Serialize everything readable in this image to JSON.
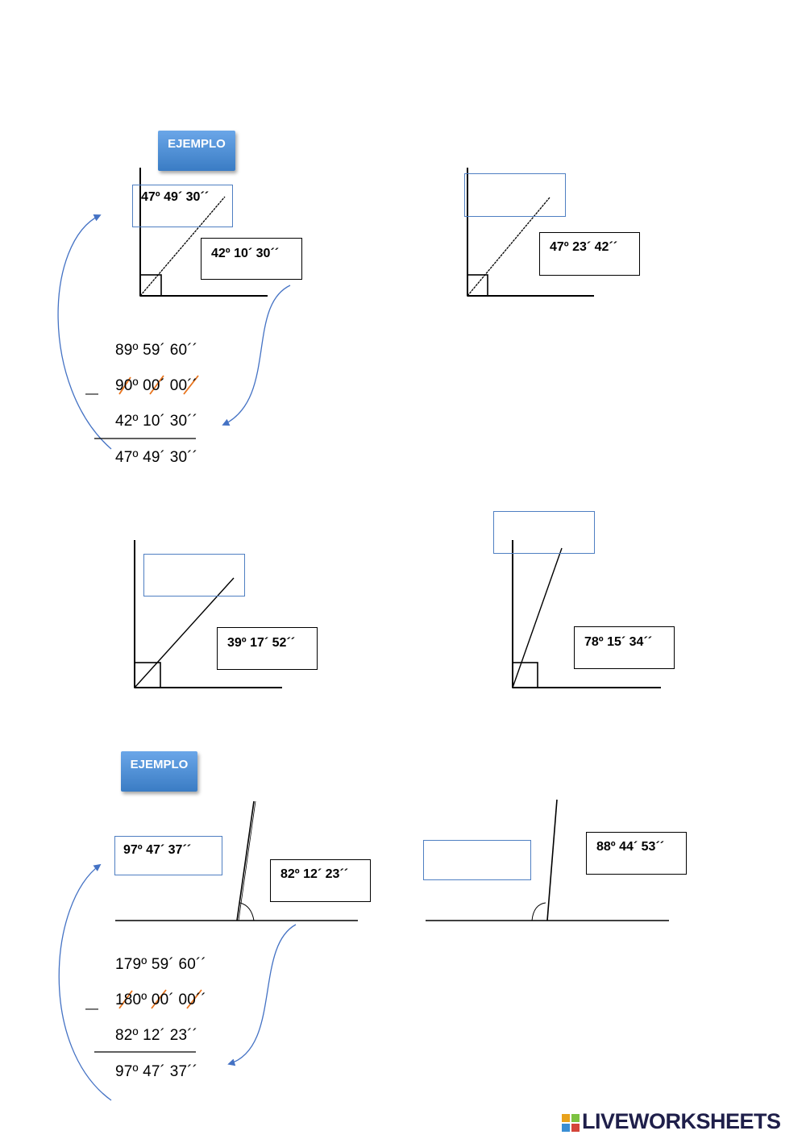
{
  "worksheet": {
    "badges": [
      "EJEMPLO",
      "EJEMPLO"
    ],
    "complementary": {
      "example": {
        "answer": "47º 49´ 30´´",
        "given": "42º 10´ 30´´",
        "calc_lines": [
          "89º 59´ 60´´",
          "90º 00´ 00´´",
          "42º 10´ 30´´",
          "47º 49´ 30´´"
        ],
        "minus": "—"
      },
      "exercises": [
        {
          "given": "47º 23´ 42´´",
          "answer": ""
        },
        {
          "given": "39º 17´ 52´´",
          "answer": ""
        },
        {
          "given": "78º 15´ 34´´",
          "answer": ""
        }
      ]
    },
    "supplementary": {
      "example": {
        "answer": "97º 47´ 37´´",
        "given": "82º 12´ 23´´",
        "calc_lines": [
          "179º 59´ 60´´",
          "180º 00´ 00´´",
          "82º 12´ 23´´",
          "97º 47´ 37´´"
        ],
        "minus": "—"
      },
      "exercises": [
        {
          "given": "88º 44´ 53´´",
          "answer": ""
        }
      ]
    }
  },
  "footer": {
    "brand": "LIVEWORKSHEETS"
  },
  "colors": {
    "accent_blue": "#4472c4",
    "strike_orange": "#e8731c",
    "badge_blue": "#4a8bd4"
  }
}
